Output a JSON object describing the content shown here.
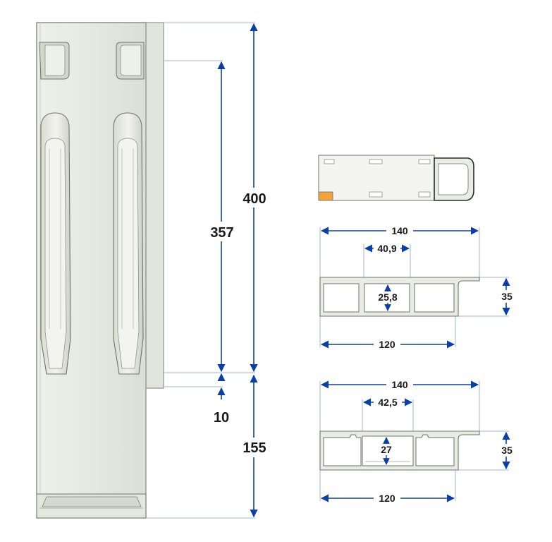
{
  "dimensions": {
    "total_height": "400",
    "inner_height": "357",
    "gap": "10",
    "bottom_height": "155",
    "profile_a": {
      "width_outer": "140",
      "width_inner": "120",
      "slot_width": "40,9",
      "slot_depth": "25,8",
      "thickness": "35"
    },
    "profile_b": {
      "width_outer": "140",
      "width_inner": "120",
      "slot_width": "42,5",
      "slot_depth": "27",
      "thickness": "35"
    }
  },
  "colors": {
    "arrow": "#0b3fa8",
    "extension": "#9fb6d8",
    "part_fill": "#e9ece4",
    "part_stroke": "#6f7468",
    "accent": "#f0a43a"
  }
}
